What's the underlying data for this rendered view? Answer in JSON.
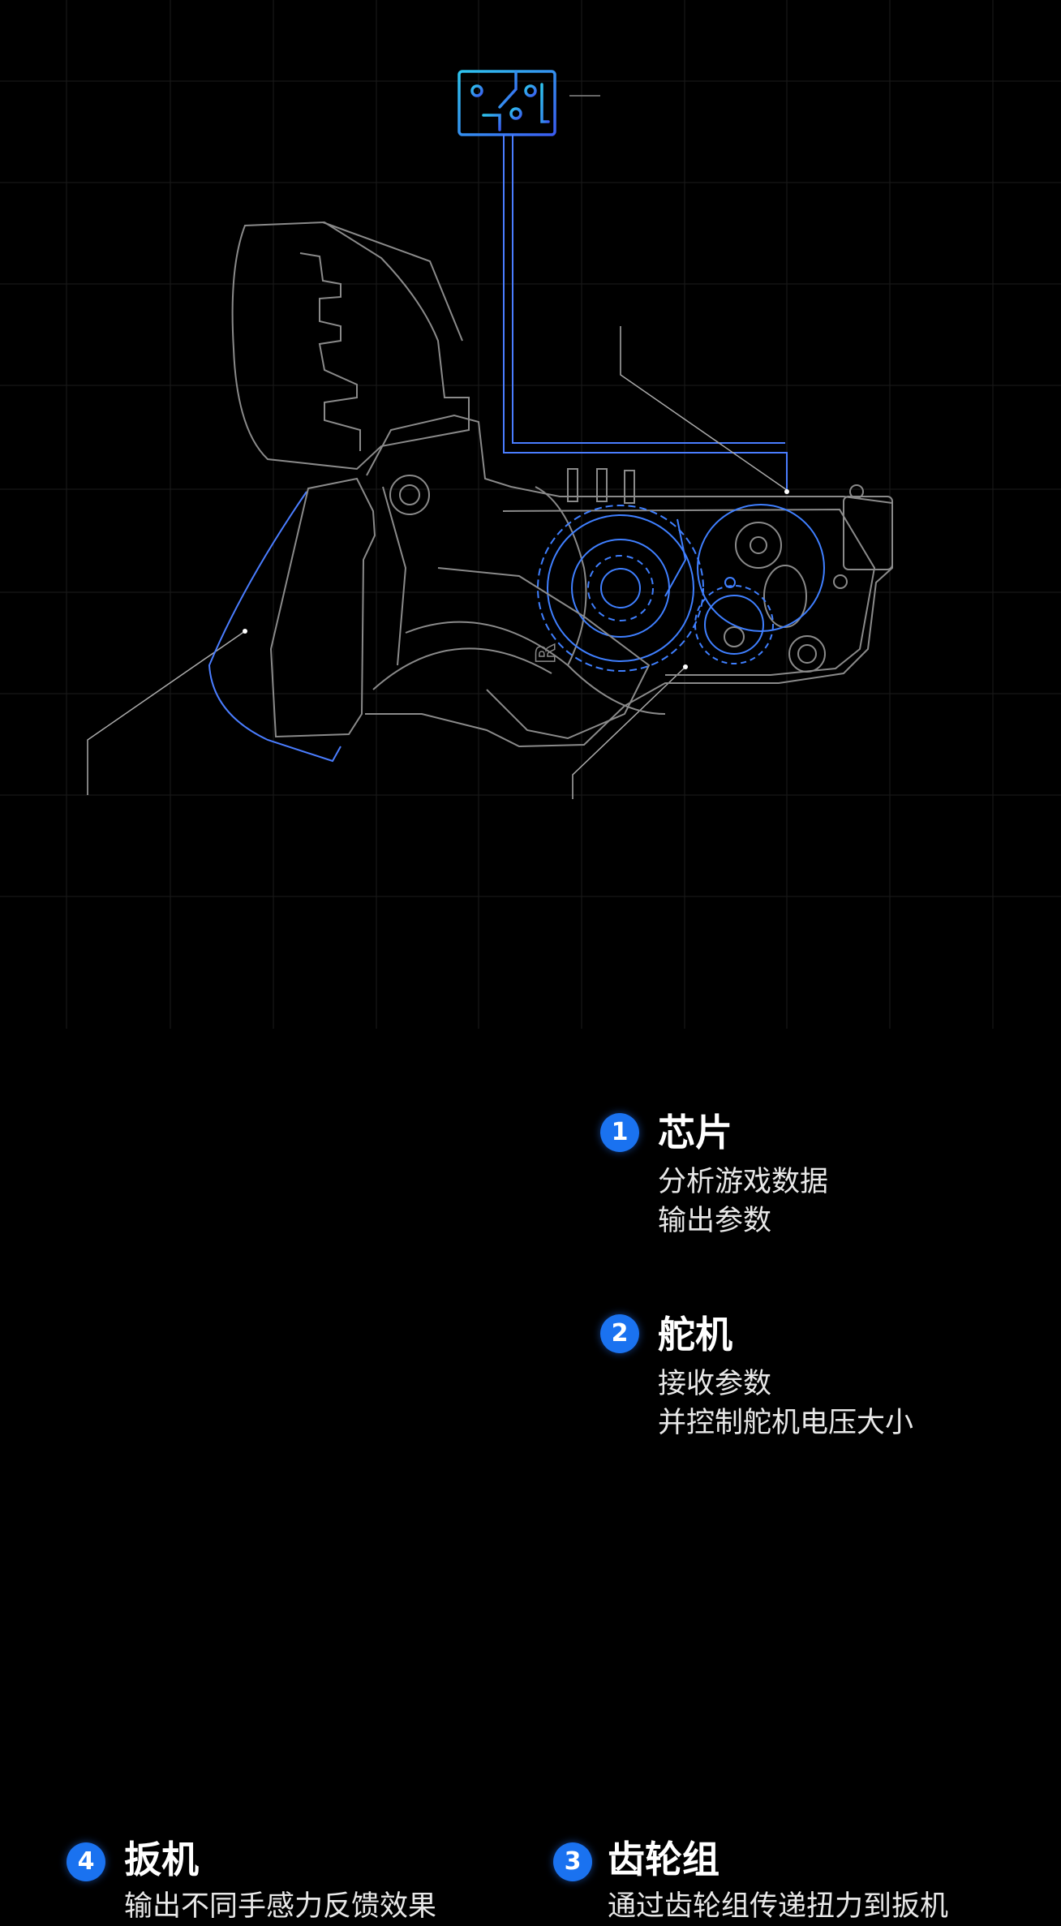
{
  "callouts": [
    {
      "number": "1",
      "title": "芯片",
      "lines": [
        "分析游戏数据",
        "输出参数"
      ]
    },
    {
      "number": "2",
      "title": "舵机",
      "lines": [
        "接收参数",
        "并控制舵机电压大小"
      ]
    },
    {
      "number": "3",
      "title": "齿轮组",
      "lines": [
        "通过齿轮组传递扭力到扳机"
      ]
    },
    {
      "number": "4",
      "title": "扳机",
      "lines": [
        "输出不同手感力反馈效果"
      ]
    }
  ],
  "housing_mark": "R",
  "colors": {
    "background": "#000000",
    "badge": "#1a72f0",
    "highlight": "#3f7fff",
    "chip": "#2aa8e8",
    "outline": "#8a8a8a"
  }
}
